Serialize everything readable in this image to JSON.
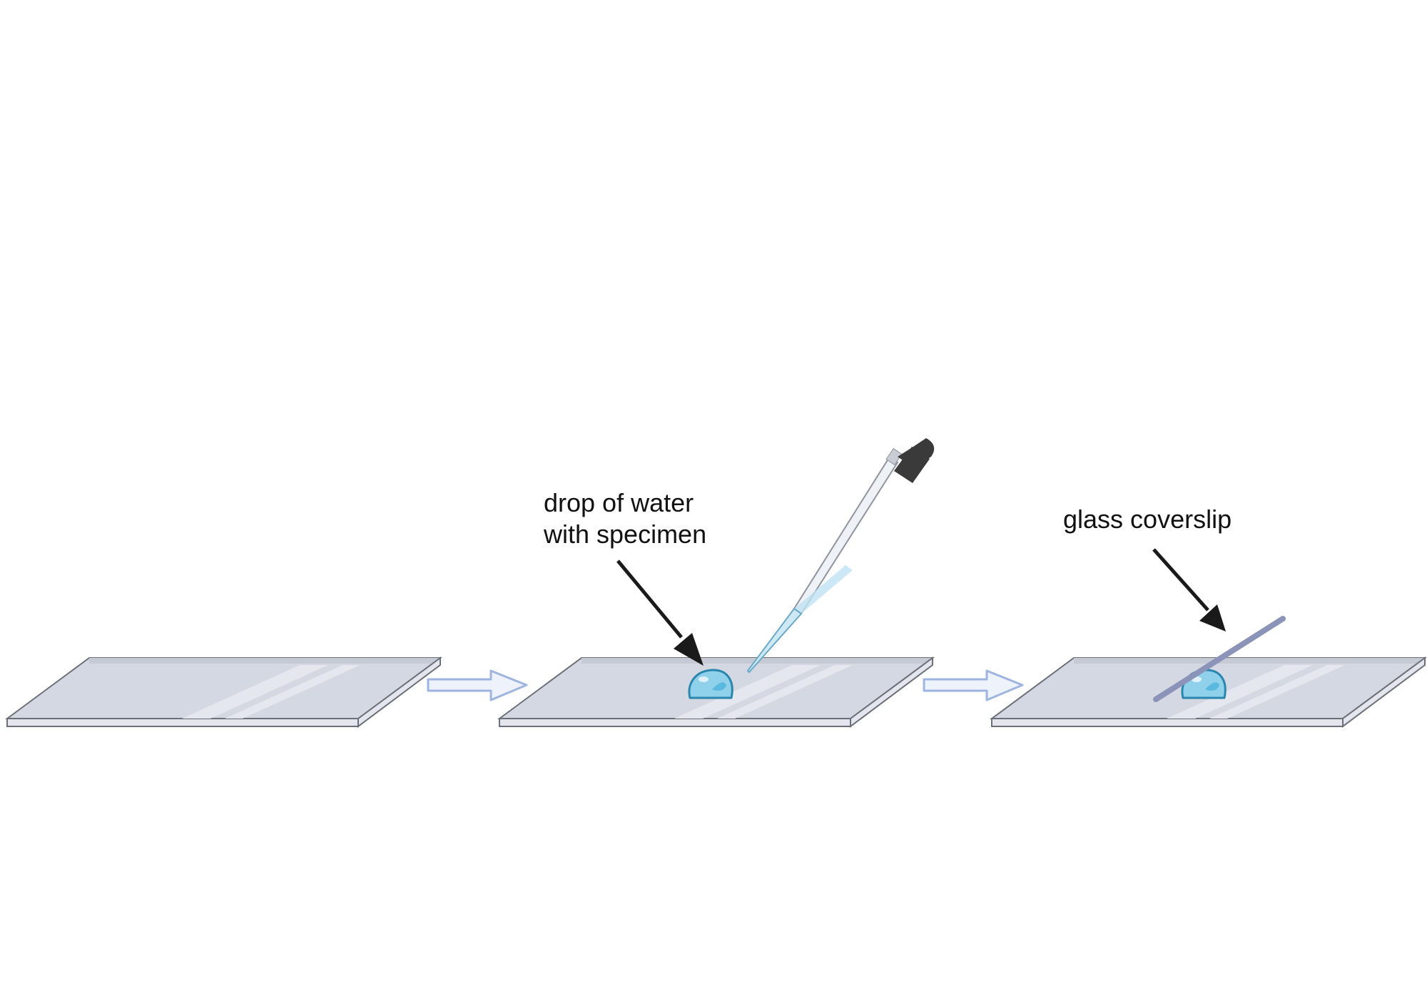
{
  "labels": {
    "water_drop_line1": "drop of water",
    "water_drop_line2": "with specimen",
    "coverslip": "glass coverslip"
  },
  "colors": {
    "slide_fill": "#d4d8e2",
    "slide_edge": "#6b6f78",
    "slide_highlight": "#e6e9ef",
    "step_arrow_fill": "#eef2fb",
    "step_arrow_stroke": "#9fb4de",
    "drop_fill": "#8fd0ea",
    "drop_stroke": "#2a86ad",
    "coverslip": "#8c93b8",
    "pipette_bulb": "#3a3a3a",
    "pointer": "#1a1a1a"
  }
}
